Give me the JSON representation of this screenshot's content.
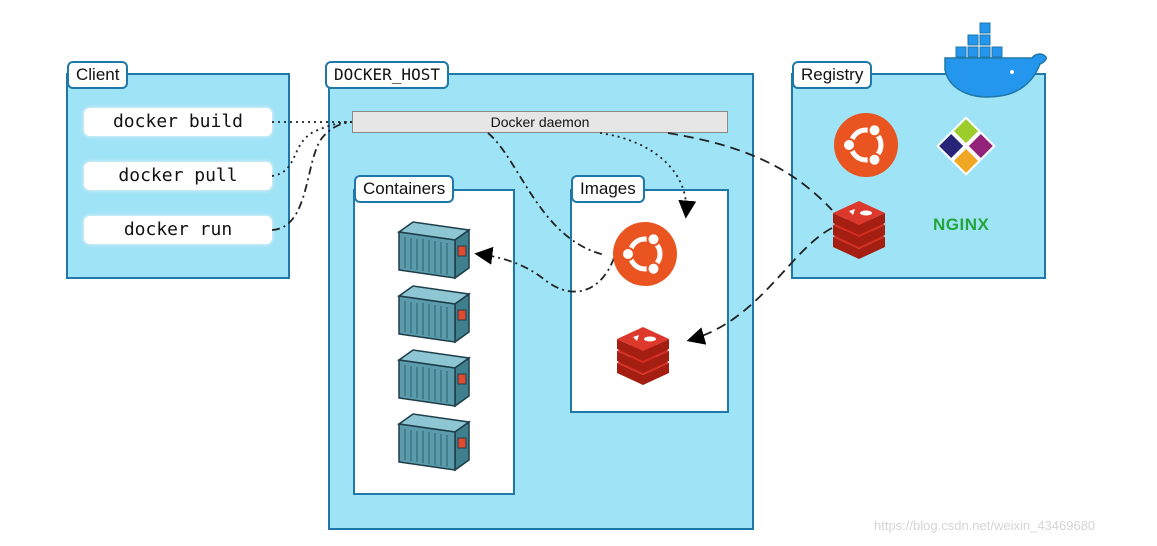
{
  "client": {
    "title": "Client",
    "commands": [
      "docker build",
      "docker pull",
      "docker run"
    ]
  },
  "docker_host": {
    "title": "DOCKER_HOST",
    "daemon_label": "Docker daemon",
    "containers_title": "Containers",
    "images_title": "Images"
  },
  "registry": {
    "title": "Registry",
    "nginx_label": "NGINX"
  },
  "watermark": "https://blog.csdn.net/weixin_43469680",
  "colors": {
    "panel_fill": "#9fe3f6",
    "panel_border": "#1f78a8",
    "ubuntu": "#e95420",
    "redis": "#d82c20",
    "container": "#5b9bab",
    "docker_whale": "#2496ed"
  }
}
